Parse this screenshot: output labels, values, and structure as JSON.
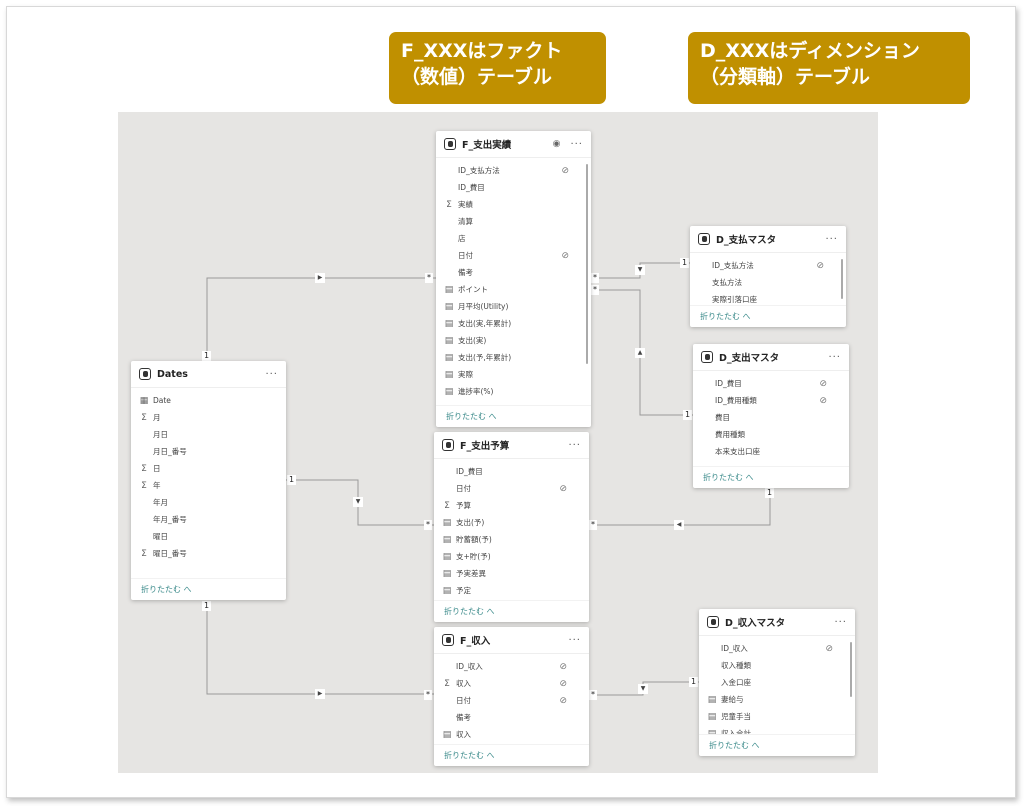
{
  "callouts": [
    {
      "text": "F_XXXはファクト\n（数値）テーブル"
    },
    {
      "text": "D_XXXはディメンション\n（分類軸）テーブル"
    }
  ],
  "collapse_label": "折りたたむ へ",
  "tables": {
    "f_jisseki": {
      "title": "F_支出実績",
      "fields": [
        {
          "icon": "",
          "name": "ID_支払方法",
          "hidden": true
        },
        {
          "icon": "",
          "name": "ID_費目"
        },
        {
          "icon": "sigma",
          "name": "実績"
        },
        {
          "icon": "",
          "name": "清算"
        },
        {
          "icon": "",
          "name": "店"
        },
        {
          "icon": "",
          "name": "日付",
          "hidden": true
        },
        {
          "icon": "",
          "name": "備考"
        },
        {
          "icon": "measure",
          "name": "ポイント"
        },
        {
          "icon": "measure",
          "name": "月平均(Utility)"
        },
        {
          "icon": "measure",
          "name": "支出(実,年累計)"
        },
        {
          "icon": "measure",
          "name": "支出(実)"
        },
        {
          "icon": "measure",
          "name": "支出(予,年累計)"
        },
        {
          "icon": "measure",
          "name": "実際"
        },
        {
          "icon": "measure",
          "name": "進捗率(%)"
        }
      ]
    },
    "f_yosan": {
      "title": "F_支出予算",
      "fields": [
        {
          "icon": "",
          "name": "ID_費目"
        },
        {
          "icon": "",
          "name": "日付",
          "hidden": true
        },
        {
          "icon": "sigma",
          "name": "予算"
        },
        {
          "icon": "measure",
          "name": "支出(予)"
        },
        {
          "icon": "measure",
          "name": "貯蓄額(予)"
        },
        {
          "icon": "measure",
          "name": "支+貯(予)"
        },
        {
          "icon": "measure",
          "name": "予実差異"
        },
        {
          "icon": "measure",
          "name": "予定"
        }
      ]
    },
    "f_shunyu": {
      "title": "F_収入",
      "fields": [
        {
          "icon": "",
          "name": "ID_収入",
          "hidden": true
        },
        {
          "icon": "sigma",
          "name": "収入",
          "hidden": true
        },
        {
          "icon": "",
          "name": "日付",
          "hidden": true
        },
        {
          "icon": "",
          "name": "備考"
        },
        {
          "icon": "measure",
          "name": "収入"
        }
      ]
    },
    "dates": {
      "title": "Dates",
      "fields": [
        {
          "icon": "calendar",
          "name": "Date"
        },
        {
          "icon": "sigma",
          "name": "月"
        },
        {
          "icon": "",
          "name": "月日"
        },
        {
          "icon": "",
          "name": "月日_番号"
        },
        {
          "icon": "sigma",
          "name": "日"
        },
        {
          "icon": "sigma",
          "name": "年"
        },
        {
          "icon": "",
          "name": "年月"
        },
        {
          "icon": "",
          "name": "年月_番号"
        },
        {
          "icon": "",
          "name": "曜日"
        },
        {
          "icon": "sigma",
          "name": "曜日_番号"
        }
      ]
    },
    "d_shiharai": {
      "title": "D_支払マスタ",
      "fields": [
        {
          "icon": "",
          "name": "ID_支払方法",
          "hidden": true
        },
        {
          "icon": "",
          "name": "支払方法"
        },
        {
          "icon": "",
          "name": "実際引落口座"
        }
      ]
    },
    "d_shishutsu": {
      "title": "D_支出マスタ",
      "fields": [
        {
          "icon": "",
          "name": "ID_費目",
          "hidden": true
        },
        {
          "icon": "",
          "name": "ID_費用種類",
          "hidden": true
        },
        {
          "icon": "",
          "name": "費目"
        },
        {
          "icon": "",
          "name": "費用種類"
        },
        {
          "icon": "",
          "name": "本来支出口座"
        }
      ]
    },
    "d_shunyu": {
      "title": "D_収入マスタ",
      "fields": [
        {
          "icon": "",
          "name": "ID_収入",
          "hidden": true
        },
        {
          "icon": "",
          "name": "収入種類"
        },
        {
          "icon": "",
          "name": "入金口座"
        },
        {
          "icon": "measure",
          "name": "妻給与"
        },
        {
          "icon": "measure",
          "name": "児童手当"
        },
        {
          "icon": "measure",
          "name": "収入合計"
        }
      ]
    }
  },
  "cardinality": {
    "one": "1",
    "many": "*"
  },
  "colors": {
    "callout": "#c09000",
    "canvas": "#e6e5e3",
    "link": "#3a8a8a"
  }
}
